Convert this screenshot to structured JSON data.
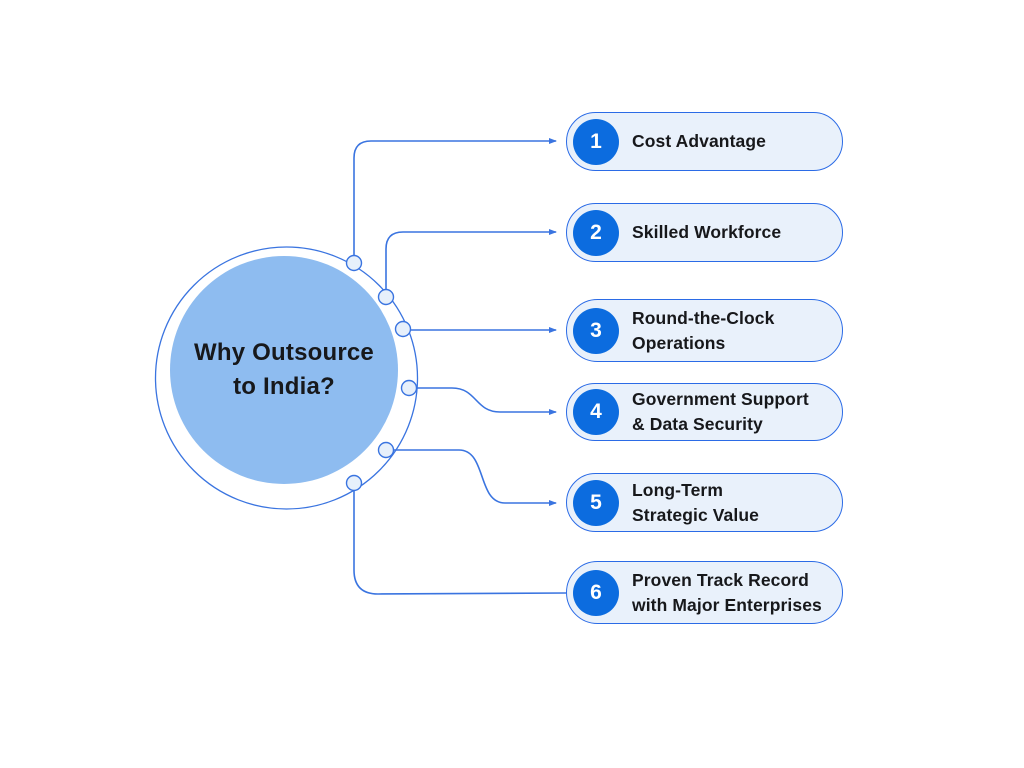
{
  "diagram": {
    "type": "mindmap",
    "center": {
      "title": "Why Outsource\nto India?"
    },
    "branches": [
      {
        "number": "1",
        "label": "Cost Advantage"
      },
      {
        "number": "2",
        "label": "Skilled Workforce"
      },
      {
        "number": "3",
        "label": "Round-the-Clock\nOperations"
      },
      {
        "number": "4",
        "label": "Government Support\n& Data Security"
      },
      {
        "number": "5",
        "label": "Long-Term\nStrategic Value"
      },
      {
        "number": "6",
        "label": "Proven Track Record\nwith Major Enterprises"
      }
    ]
  },
  "colors": {
    "canvas_bg": "#ffffff",
    "center_fill": "#8ebcf0",
    "ring_stroke": "#3a74e0",
    "connector": "#3a74e0",
    "node_fill": "#e7f0fb",
    "node_stroke": "#3a74e0",
    "box_fill": "#e9f1fb",
    "box_border": "#2b6be6",
    "badge_fill": "#0c6cdf",
    "badge_text": "#ffffff",
    "label_text": "#17181b"
  }
}
